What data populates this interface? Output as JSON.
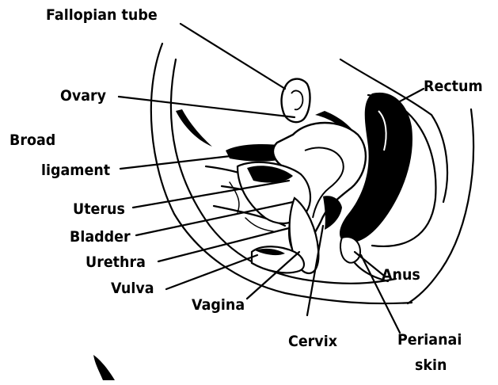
{
  "labels": {
    "fallopian_tube": "Fallopian tube",
    "ovary": "Ovary",
    "broad_ligament_1": "Broad",
    "broad_ligament_2": "ligament",
    "uterus": "Uterus",
    "bladder": "Bladder",
    "urethra": "Urethra",
    "vulva": "Vulva",
    "vagina": "Vagina",
    "cervix": "Cervix",
    "rectum": "Rectum",
    "anus": "Anus",
    "perianal_skin_1": "Perianai",
    "perianal_skin_2": "skin"
  }
}
